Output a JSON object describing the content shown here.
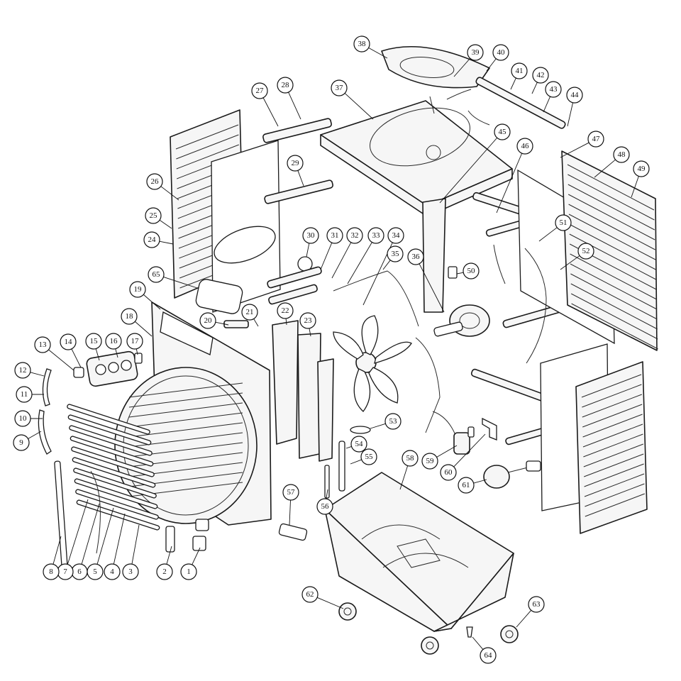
{
  "callouts": [
    "1",
    "2",
    "3",
    "4",
    "5",
    "6",
    "7",
    "8",
    "9",
    "10",
    "11",
    "12",
    "13",
    "14",
    "15",
    "16",
    "17",
    "18",
    "19",
    "20",
    "21",
    "22",
    "23",
    "24",
    "25",
    "26",
    "27",
    "28",
    "29",
    "30",
    "31",
    "32",
    "33",
    "34",
    "35",
    "36",
    "37",
    "38",
    "39",
    "40",
    "41",
    "42",
    "43",
    "44",
    "45",
    "46",
    "47",
    "48",
    "49",
    "50",
    "51",
    "52",
    "53",
    "54",
    "55",
    "56",
    "57",
    "58",
    "59",
    "60",
    "61",
    "62",
    "63",
    "64",
    "65"
  ],
  "colors": {
    "line": "#1a1a1a",
    "fill": "#f6f6f6",
    "background": "#ffffff"
  }
}
